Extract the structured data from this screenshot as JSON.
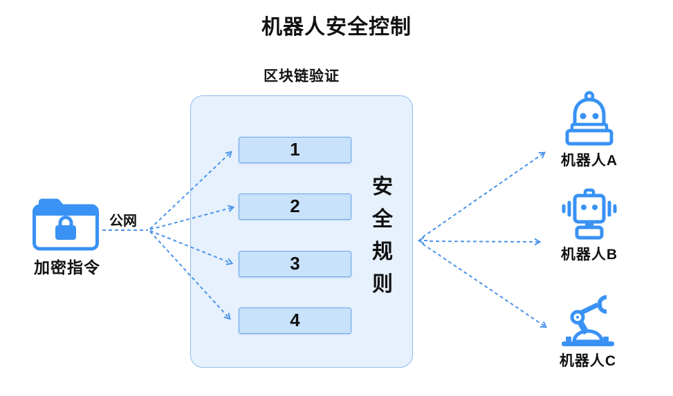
{
  "title": "机器人安全控制",
  "blockchain": {
    "label": "区块链验证",
    "blocks": [
      "1",
      "2",
      "3",
      "4"
    ],
    "rules_label": "安全规则"
  },
  "source": {
    "label": "加密指令",
    "network_label": "公网",
    "icon": "locked-folder-icon"
  },
  "robots": [
    {
      "label": "机器人A",
      "icon": "dome-robot-icon"
    },
    {
      "label": "机器人B",
      "icon": "square-robot-icon"
    },
    {
      "label": "机器人C",
      "icon": "robot-arm-icon"
    }
  ],
  "edges": [
    "加密指令 --公网--> 区块1",
    "加密指令 --公网--> 区块2",
    "加密指令 --公网--> 区块3",
    "加密指令 --公网--> 区块4",
    "区块链验证/安全规则 --> 机器人A",
    "区块链验证/安全规则 --> 机器人B",
    "区块链验证/安全规则 --> 机器人C"
  ],
  "colors": {
    "accent_blue": "#3992f4",
    "connector_blue": "#4a93ea",
    "panel_fill": "#e6f1fd",
    "panel_border": "#8fbbee",
    "block_fill": "#c8e2fb",
    "block_border": "#6aa5e8",
    "text": "#111111",
    "background": "#ffffff"
  }
}
